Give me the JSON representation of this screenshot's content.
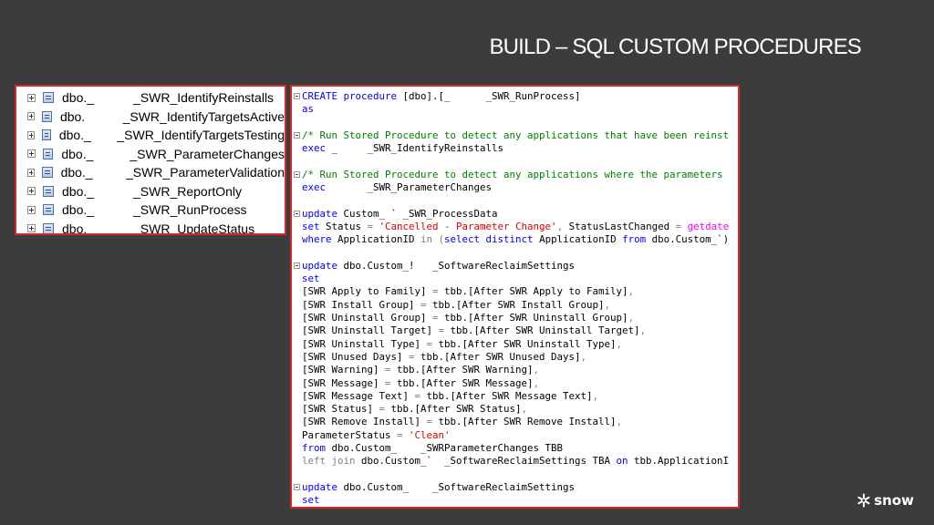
{
  "slide": {
    "title": "BUILD – SQL CUSTOM PROCEDURES"
  },
  "tree": {
    "items": [
      {
        "prefix": "dbo._",
        "name": "_SWR_IdentifyReinstalls"
      },
      {
        "prefix": "dbo.",
        "name": "_SWR_IdentifyTargetsActive"
      },
      {
        "prefix": "dbo._",
        "name": "_SWR_IdentifyTargetsTesting"
      },
      {
        "prefix": "dbo._",
        "name": "_SWR_ParameterChanges"
      },
      {
        "prefix": "dbo._",
        "name": "_SWR_ParameterValidation"
      },
      {
        "prefix": "dbo._",
        "name": "_SWR_ReportOnly"
      },
      {
        "prefix": "dbo._",
        "name": "_SWR_RunProcess"
      },
      {
        "prefix": "dbo._",
        "name": "_SWR_UpdateStatus"
      }
    ]
  },
  "code": {
    "lines": [
      {
        "fold": true,
        "tokens": [
          {
            "t": "kw",
            "s": "CREATE procedure "
          },
          {
            "t": "id",
            "s": "[dbo].[_      _SWR_RunProcess]"
          }
        ]
      },
      {
        "fold": false,
        "tokens": [
          {
            "t": "kw",
            "s": "as"
          }
        ]
      },
      {
        "fold": false,
        "tokens": []
      },
      {
        "fold": true,
        "tokens": [
          {
            "t": "cm",
            "s": "/* Run Stored Procedure to detect any applications that have been reinst"
          }
        ]
      },
      {
        "fold": false,
        "tokens": [
          {
            "t": "kw",
            "s": "exec "
          },
          {
            "t": "id",
            "s": "_     _SWR_IdentifyReinstalls"
          }
        ]
      },
      {
        "fold": false,
        "tokens": []
      },
      {
        "fold": true,
        "tokens": [
          {
            "t": "cm",
            "s": "/* Run Stored Procedure to detect any applications where the parameters"
          }
        ]
      },
      {
        "fold": false,
        "tokens": [
          {
            "t": "kw",
            "s": "exec "
          },
          {
            "t": "id",
            "s": "      _SWR_ParameterChanges"
          }
        ]
      },
      {
        "fold": false,
        "tokens": []
      },
      {
        "fold": true,
        "tokens": [
          {
            "t": "kw",
            "s": "update "
          },
          {
            "t": "id",
            "s": "Custom_ ` _SWR_ProcessData"
          }
        ]
      },
      {
        "fold": false,
        "tokens": [
          {
            "t": "kw",
            "s": "set "
          },
          {
            "t": "id",
            "s": "Status "
          },
          {
            "t": "op",
            "s": "= "
          },
          {
            "t": "str",
            "s": "'Cancelled - Parameter Change'"
          },
          {
            "t": "op",
            "s": ", "
          },
          {
            "t": "id",
            "s": "StatusLastChanged "
          },
          {
            "t": "op",
            "s": "= "
          },
          {
            "t": "fn",
            "s": "getdate"
          }
        ]
      },
      {
        "fold": false,
        "tokens": [
          {
            "t": "kw",
            "s": "where "
          },
          {
            "t": "id",
            "s": "ApplicationID "
          },
          {
            "t": "op",
            "s": "in ("
          },
          {
            "t": "kw",
            "s": "select distinct "
          },
          {
            "t": "id",
            "s": "ApplicationID "
          },
          {
            "t": "kw",
            "s": "from "
          },
          {
            "t": "id",
            "s": "dbo.Custom_`)"
          }
        ]
      },
      {
        "fold": false,
        "tokens": []
      },
      {
        "fold": true,
        "tokens": [
          {
            "t": "kw",
            "s": "update "
          },
          {
            "t": "id",
            "s": "dbo.Custom_!   _SoftwareReclaimSettings"
          }
        ]
      },
      {
        "fold": false,
        "tokens": [
          {
            "t": "kw",
            "s": "set"
          }
        ]
      },
      {
        "fold": false,
        "tokens": [
          {
            "t": "id",
            "s": "[SWR Apply to Family] "
          },
          {
            "t": "op",
            "s": "= "
          },
          {
            "t": "id",
            "s": "tbb.[After SWR Apply to Family]"
          },
          {
            "t": "op",
            "s": ","
          }
        ]
      },
      {
        "fold": false,
        "tokens": [
          {
            "t": "id",
            "s": "[SWR Install Group] "
          },
          {
            "t": "op",
            "s": "= "
          },
          {
            "t": "id",
            "s": "tbb.[After SWR Install Group]"
          },
          {
            "t": "op",
            "s": ","
          }
        ]
      },
      {
        "fold": false,
        "tokens": [
          {
            "t": "id",
            "s": "[SWR Uninstall Group] "
          },
          {
            "t": "op",
            "s": "= "
          },
          {
            "t": "id",
            "s": "tbb.[After SWR Uninstall Group]"
          },
          {
            "t": "op",
            "s": ","
          }
        ]
      },
      {
        "fold": false,
        "tokens": [
          {
            "t": "id",
            "s": "[SWR Uninstall Target] "
          },
          {
            "t": "op",
            "s": "= "
          },
          {
            "t": "id",
            "s": "tbb.[After SWR Uninstall Target]"
          },
          {
            "t": "op",
            "s": ","
          }
        ]
      },
      {
        "fold": false,
        "tokens": [
          {
            "t": "id",
            "s": "[SWR Uninstall Type] "
          },
          {
            "t": "op",
            "s": "= "
          },
          {
            "t": "id",
            "s": "tbb.[After SWR Uninstall Type]"
          },
          {
            "t": "op",
            "s": ","
          }
        ]
      },
      {
        "fold": false,
        "tokens": [
          {
            "t": "id",
            "s": "[SWR Unused Days] "
          },
          {
            "t": "op",
            "s": "= "
          },
          {
            "t": "id",
            "s": "tbb.[After SWR Unused Days]"
          },
          {
            "t": "op",
            "s": ","
          }
        ]
      },
      {
        "fold": false,
        "tokens": [
          {
            "t": "id",
            "s": "[SWR Warning] "
          },
          {
            "t": "op",
            "s": "= "
          },
          {
            "t": "id",
            "s": "tbb.[After SWR Warning]"
          },
          {
            "t": "op",
            "s": ","
          }
        ]
      },
      {
        "fold": false,
        "tokens": [
          {
            "t": "id",
            "s": "[SWR Message] "
          },
          {
            "t": "op",
            "s": "= "
          },
          {
            "t": "id",
            "s": "tbb.[After SWR Message]"
          },
          {
            "t": "op",
            "s": ","
          }
        ]
      },
      {
        "fold": false,
        "tokens": [
          {
            "t": "id",
            "s": "[SWR Message Text] "
          },
          {
            "t": "op",
            "s": "= "
          },
          {
            "t": "id",
            "s": "tbb.[After SWR Message Text]"
          },
          {
            "t": "op",
            "s": ","
          }
        ]
      },
      {
        "fold": false,
        "tokens": [
          {
            "t": "id",
            "s": "[SWR Status] "
          },
          {
            "t": "op",
            "s": "= "
          },
          {
            "t": "id",
            "s": "tbb.[After SWR Status]"
          },
          {
            "t": "op",
            "s": ","
          }
        ]
      },
      {
        "fold": false,
        "tokens": [
          {
            "t": "id",
            "s": "[SWR Remove Install] "
          },
          {
            "t": "op",
            "s": "= "
          },
          {
            "t": "id",
            "s": "tbb.[After SWR Remove Install]"
          },
          {
            "t": "op",
            "s": ","
          }
        ]
      },
      {
        "fold": false,
        "tokens": [
          {
            "t": "id",
            "s": "ParameterStatus "
          },
          {
            "t": "op",
            "s": "= "
          },
          {
            "t": "str",
            "s": "'Clean'"
          }
        ]
      },
      {
        "fold": false,
        "tokens": [
          {
            "t": "kw",
            "s": "from "
          },
          {
            "t": "id",
            "s": "dbo.Custom_    _SWRParameterChanges TBB"
          }
        ]
      },
      {
        "fold": false,
        "tokens": [
          {
            "t": "op",
            "s": "left join "
          },
          {
            "t": "id",
            "s": "dbo.Custom_`  _SoftwareReclaimSettings TBA "
          },
          {
            "t": "kw",
            "s": "on "
          },
          {
            "t": "id",
            "s": "tbb.ApplicationI"
          }
        ]
      },
      {
        "fold": false,
        "tokens": []
      },
      {
        "fold": true,
        "tokens": [
          {
            "t": "kw",
            "s": "update "
          },
          {
            "t": "id",
            "s": "dbo.Custom_    _SoftwareReclaimSettings"
          }
        ]
      },
      {
        "fold": false,
        "tokens": [
          {
            "t": "kw",
            "s": "set"
          }
        ]
      }
    ]
  },
  "logo": {
    "text": "snow",
    "icon": "snowflake-icon"
  },
  "colors": {
    "background": "#3c3c3c",
    "panel_border": "#d9262b",
    "keyword": "#0000ff",
    "comment": "#008000",
    "string": "#e00000",
    "function": "#ff00ff",
    "operator": "#808080"
  }
}
